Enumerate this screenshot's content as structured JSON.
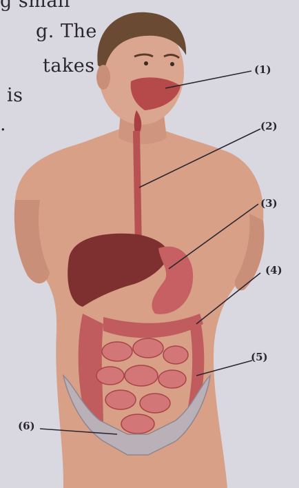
{
  "background_text": {
    "line1": "g small",
    "line2": "g. The",
    "line3": "takes",
    "line4": "is",
    "line5": "."
  },
  "labels": [
    "(1)",
    "(2)",
    "(3)",
    "(4)",
    "(5)",
    "(6)"
  ],
  "colors": {
    "page": "#d9d8e0",
    "skin": "#d9a48e",
    "hair": "#6b4a33",
    "organ": "#b5454a",
    "liver": "#7e2f2f",
    "intestine": "#c96a6c",
    "pelvis": "#b9b0b8",
    "leader_line": "#2a2530"
  }
}
